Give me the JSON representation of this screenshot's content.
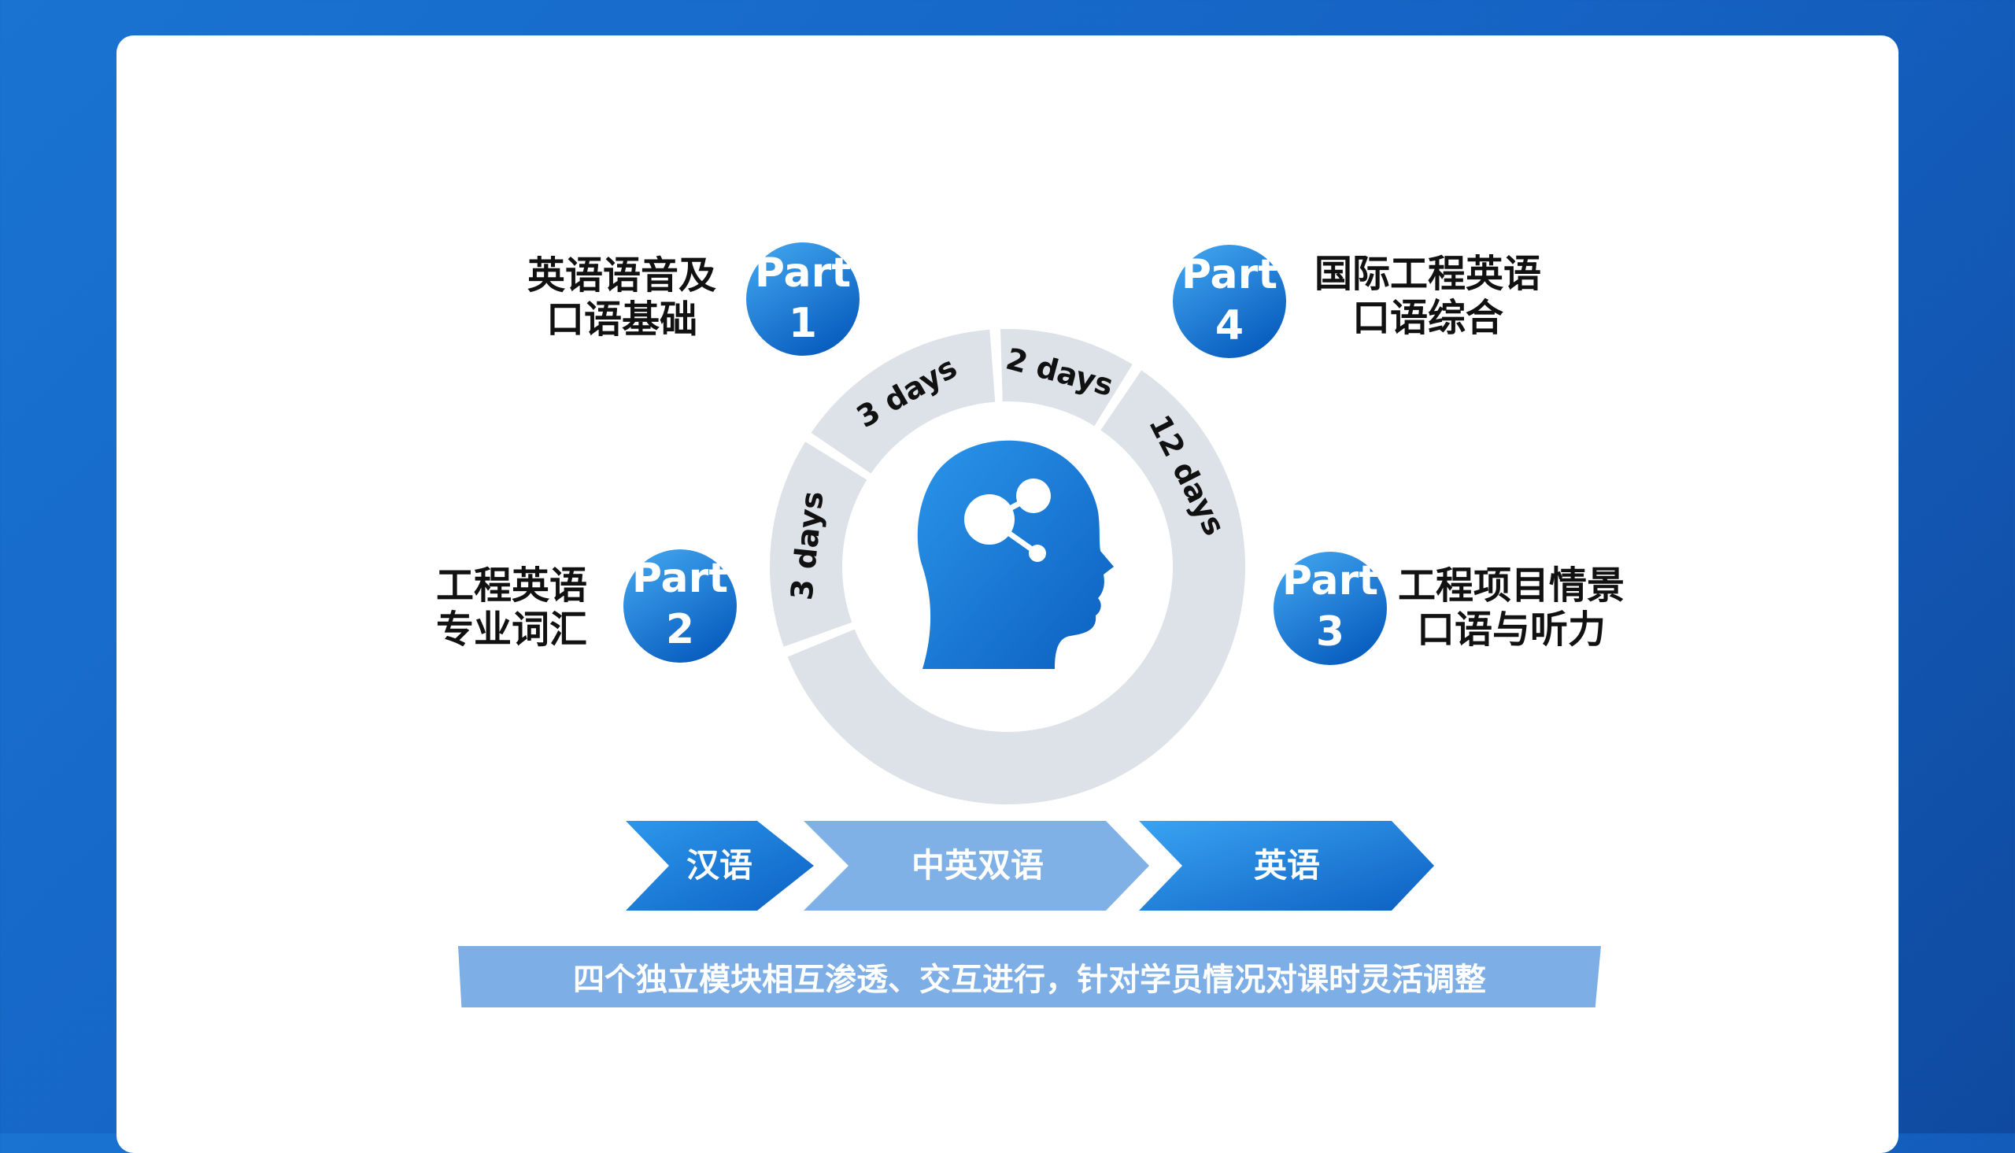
{
  "parts": [
    {
      "id": "part-1",
      "badge_word": "Part",
      "badge_num": "1",
      "label_lines": [
        "英语语音及",
        "口语基础"
      ]
    },
    {
      "id": "part-2",
      "badge_word": "Part",
      "badge_num": "2",
      "label_lines": [
        "工程英语",
        "专业词汇"
      ]
    },
    {
      "id": "part-3",
      "badge_word": "Part",
      "badge_num": "3",
      "label_lines": [
        "工程项目情景",
        "口语与听力"
      ]
    },
    {
      "id": "part-4",
      "badge_word": "Part",
      "badge_num": "4",
      "label_lines": [
        "国际工程英语",
        "口语综合"
      ]
    }
  ],
  "ring": {
    "segments": [
      {
        "label": "3 days",
        "days": 3
      },
      {
        "label": "3 days",
        "days": 3
      },
      {
        "label": "2 days",
        "days": 2
      },
      {
        "label": "12 days",
        "days": 12
      }
    ]
  },
  "center_icon": "head-network-icon",
  "language_flow": [
    {
      "label": "汉语"
    },
    {
      "label": "中英双语"
    },
    {
      "label": "英语"
    }
  ],
  "caption": "四个独立模块相互渗透、交互进行，针对学员情况对课时灵活调整",
  "colors": {
    "badge_light": "#3aa0ef",
    "badge_dark": "#0b63c4",
    "ring": "#dde2e9",
    "arrow_blue": "#1f86e0",
    "arrow_light": "#7eaee6"
  }
}
